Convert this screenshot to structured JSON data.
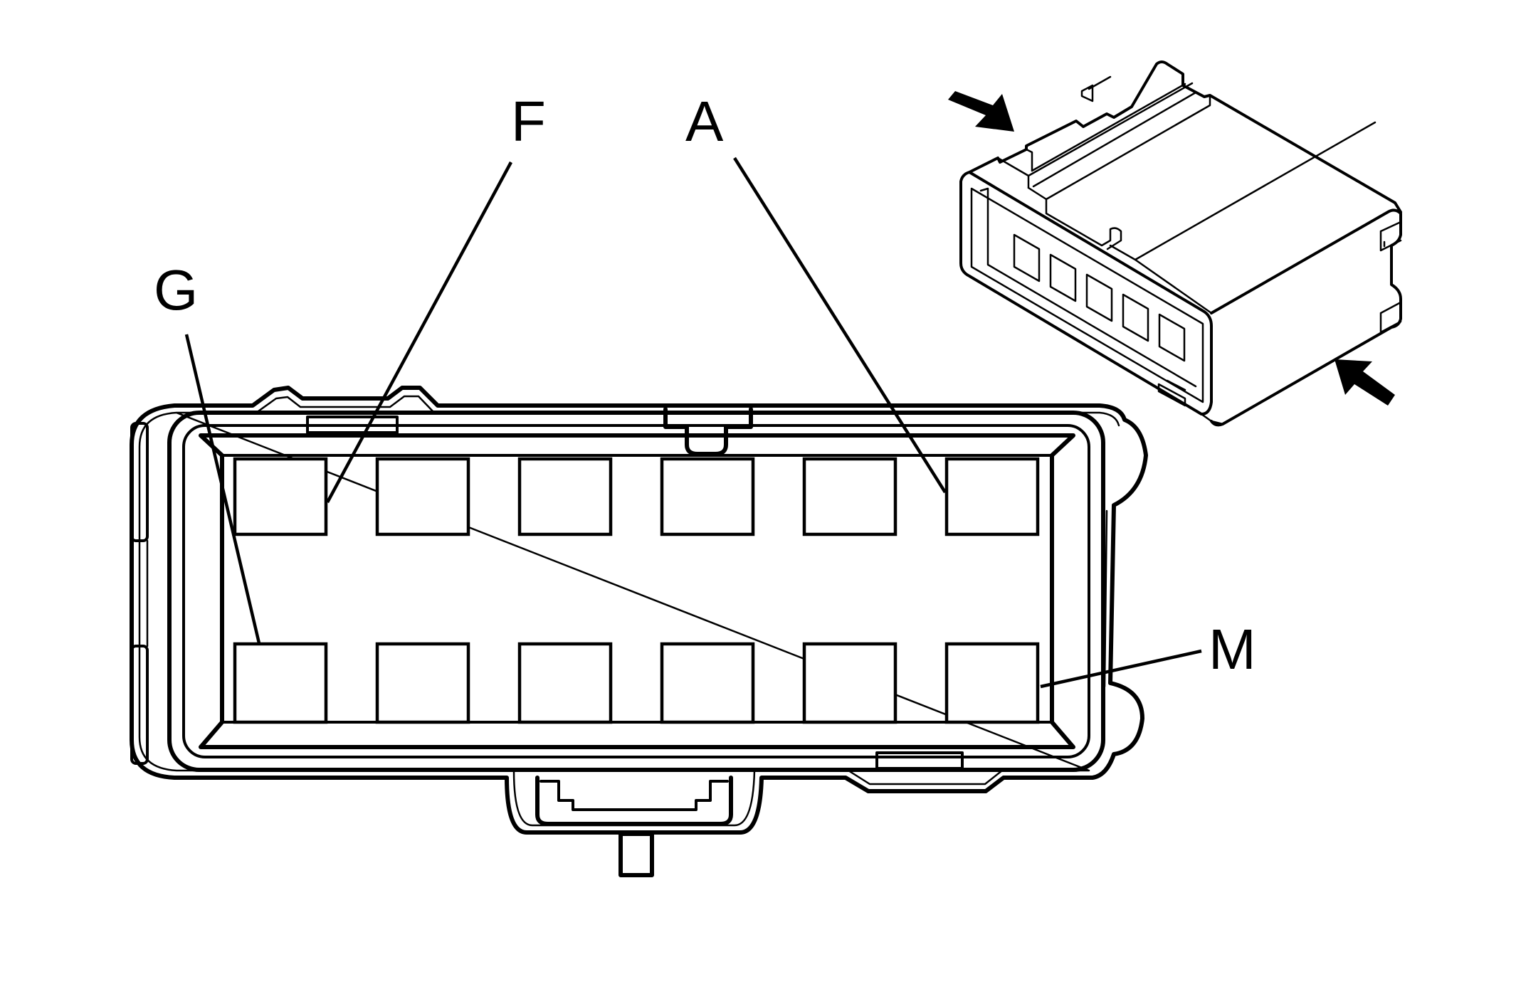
{
  "callouts": {
    "a": "A",
    "f": "F",
    "g": "G",
    "m": "M"
  },
  "colors": {
    "line": "#000000",
    "background": "#ffffff"
  },
  "icons": {
    "arrows": [
      "arrow-icon-top-left",
      "arrow-icon-bottom-right"
    ]
  }
}
